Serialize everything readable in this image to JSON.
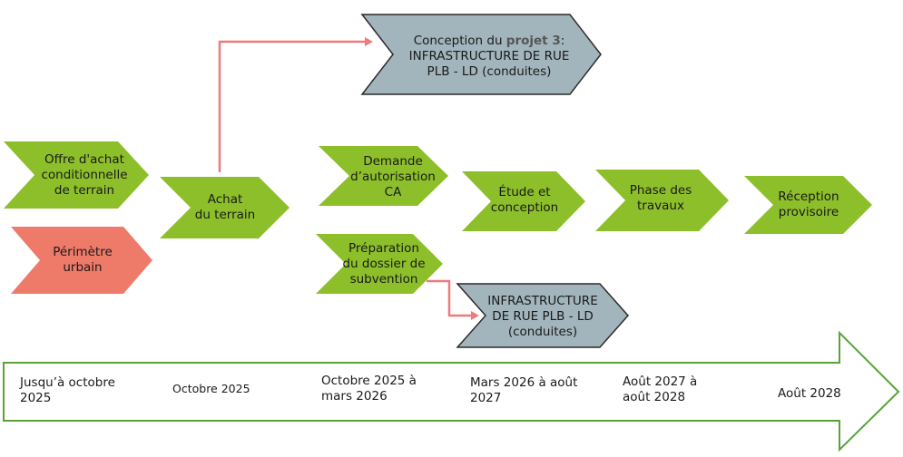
{
  "colors": {
    "green": "#8dbf2b",
    "salmon": "#ee7a6a",
    "steel": "#a2b5bd",
    "arrow": "#ee7a7a",
    "timeline_border": "#5aa33a"
  },
  "steps": {
    "offre": "Offre d'achat\nconditionnelle\nde terrain",
    "perimetre": "Périmètre\nurbain",
    "achat": "Achat\ndu terrain",
    "demande": "Demande\nd’autorisation\nCA",
    "preparation": "Préparation\ndu dossier de\nsubvention",
    "etude": "Étude et\nconception",
    "phase": "Phase des\ntravaux",
    "reception": "Réception\nprovisoire",
    "infra": "INFRASTRUCTURE\nDE RUE PLB - LD\n(conduites)"
  },
  "projet3": {
    "prefix": "Conception du ",
    "bold": "projet 3",
    "suffix": ":",
    "rest": "INFRASTRUCTURE DE RUE\nPLB - LD (conduites)"
  },
  "timeline": {
    "labels": [
      "Jusqu’à octobre\n2025",
      "Octobre 2025",
      "Octobre 2025 à\nmars 2026",
      "Mars 2026 à août\n2027",
      "Août 2027 à\naoût 2028",
      "Août 2028"
    ]
  }
}
